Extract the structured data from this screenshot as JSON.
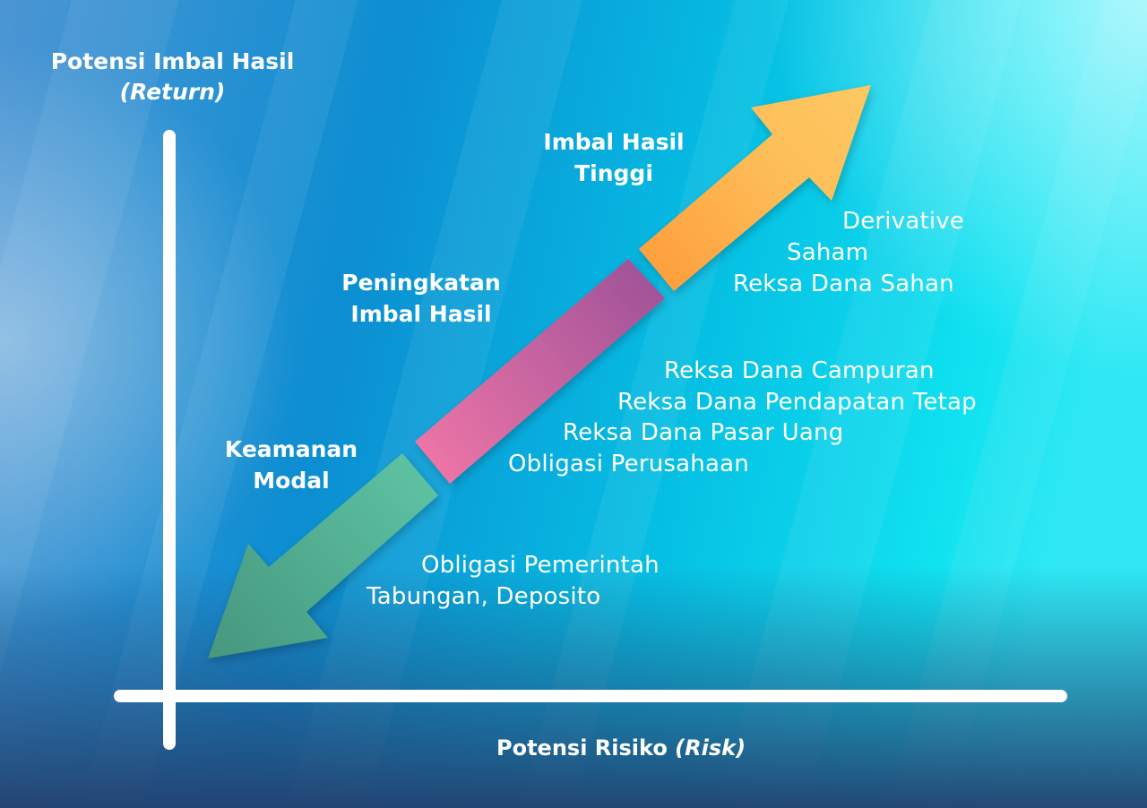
{
  "axes": {
    "y_label_line1": "Potensi Imbal Hasil",
    "y_label_line2": "(Return)",
    "x_label_main": "Potensi Risiko ",
    "x_label_italic": "(Risk)"
  },
  "segments": {
    "high": {
      "title_line1": "Imbal Hasil",
      "title_line2": "Tinggi",
      "color_start": "#FFA23E",
      "color_end": "#FDC760",
      "items": [
        "Derivative",
        "Saham",
        "Reksa Dana Sahan"
      ]
    },
    "medium": {
      "title_line1": "Peningkatan",
      "title_line2": "Imbal Hasil",
      "color_start": "#EC77A6",
      "color_end": "#A0529A",
      "items": [
        "Reksa Dana Campuran",
        "Reksa Dana Pendapatan Tetap",
        "Reksa Dana Pasar Uang",
        "Obligasi Perusahaan"
      ]
    },
    "low": {
      "title_line1": "Keamanan",
      "title_line2": "Modal",
      "color_start": "#5BC0A0",
      "color_end": "#4A9E84",
      "items": [
        "Obligasi Pemerintah",
        "Tabungan, Deposito"
      ]
    }
  },
  "colors": {
    "bg_top_left": "#2E7CC4",
    "bg_mid": "#0AA6D8",
    "bg_right": "#19E3F2",
    "bg_top_right": "#9BF4FB",
    "bg_bottom": "#25497A",
    "axis": "#FFFFFF",
    "text": "#FFFFFF"
  }
}
